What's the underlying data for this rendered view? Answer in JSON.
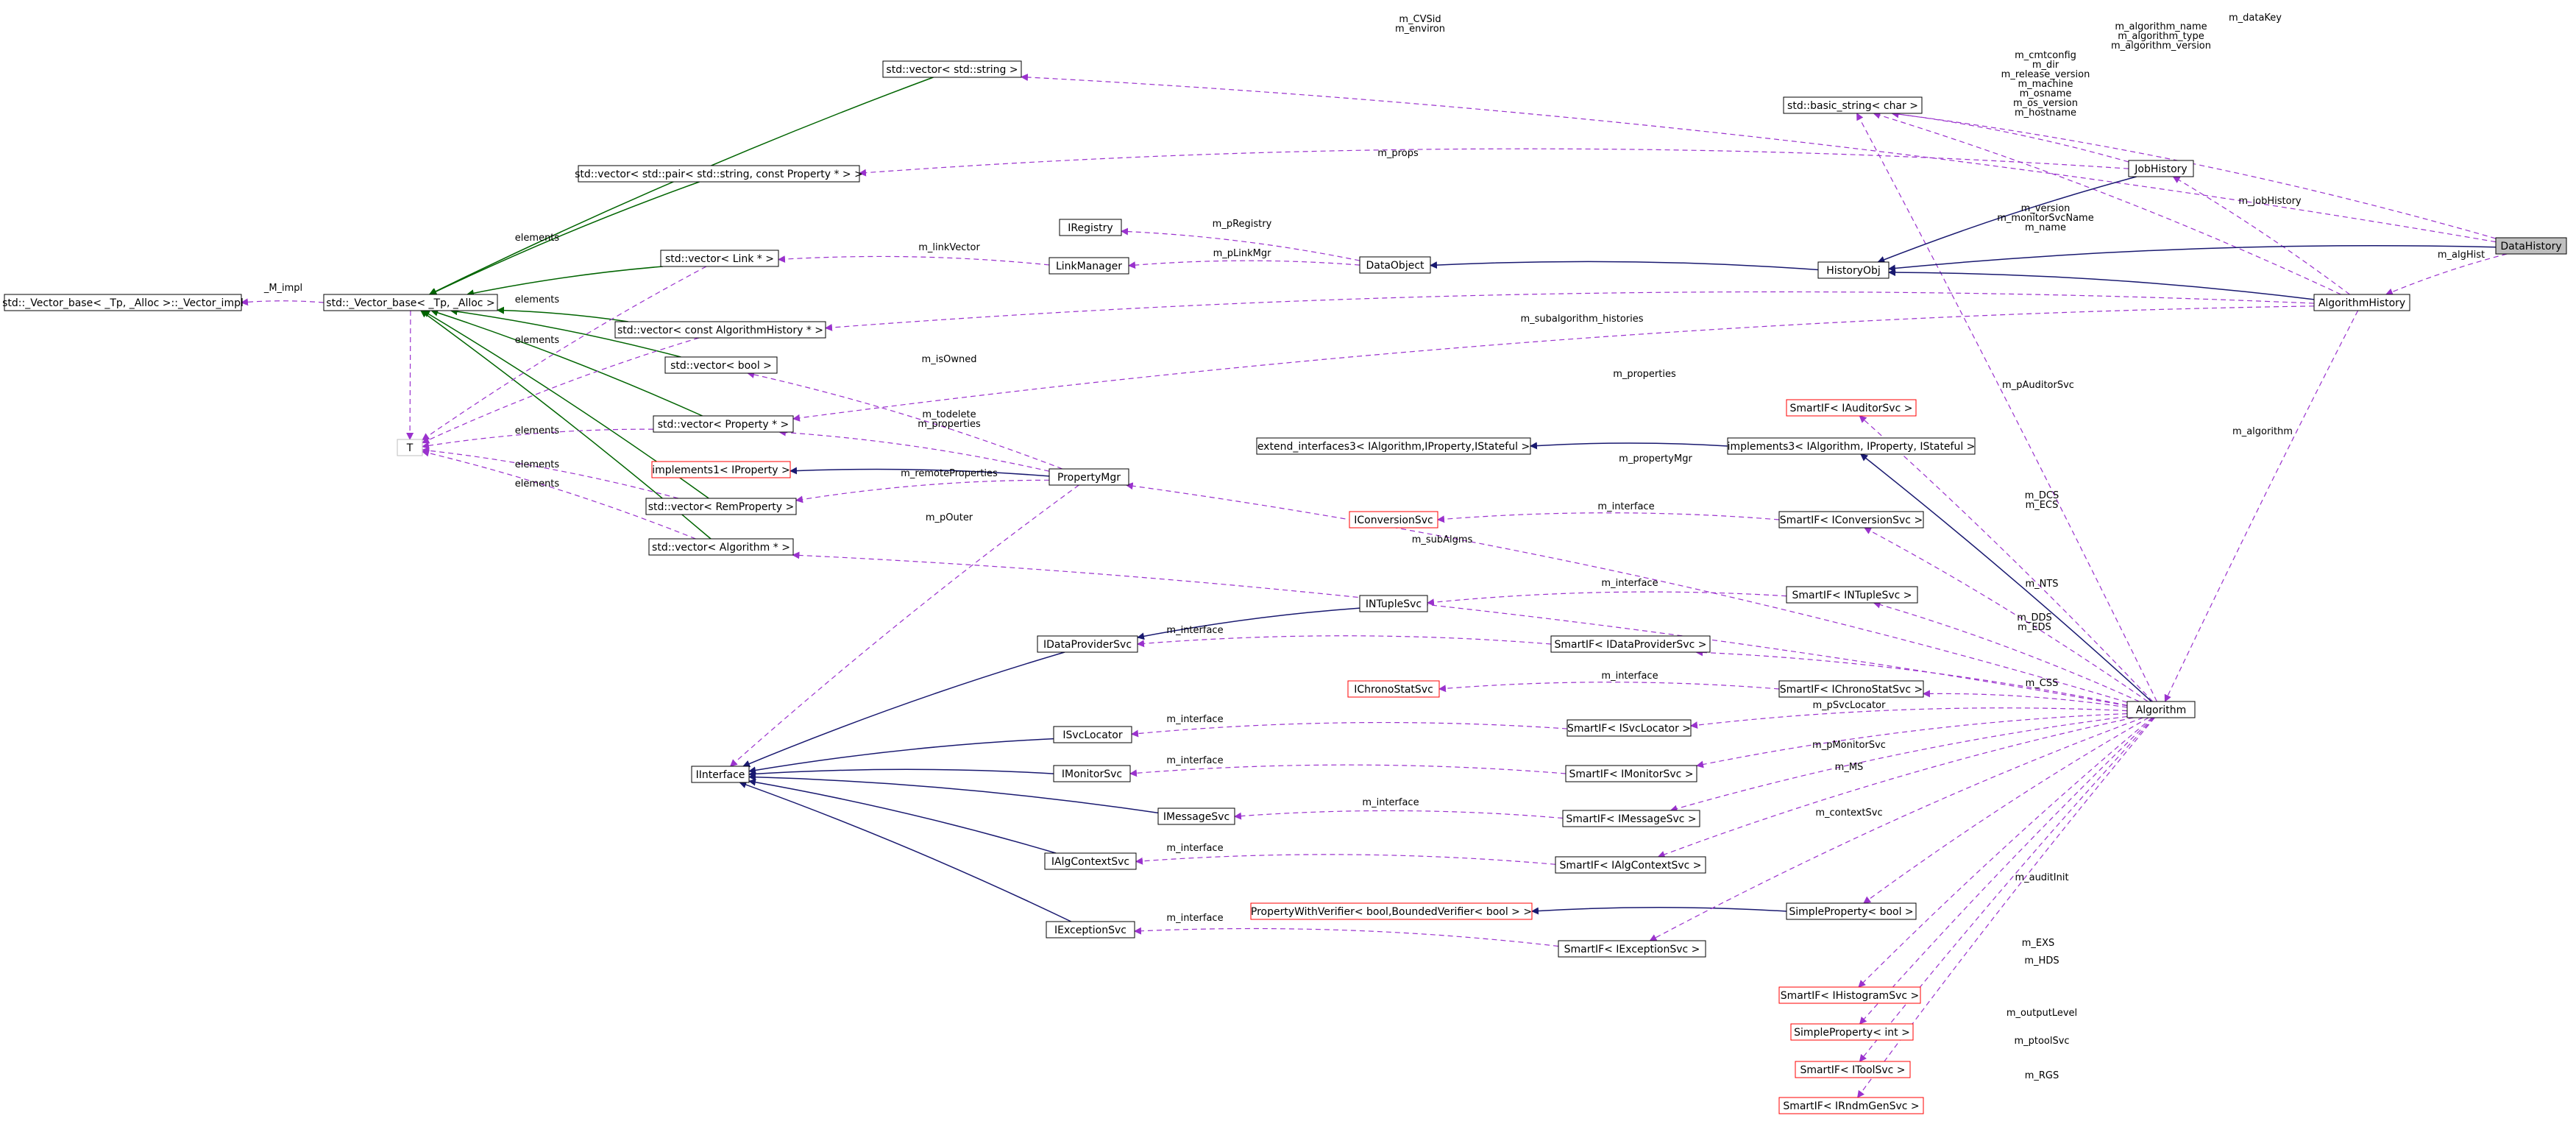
{
  "colors": {
    "inherit_public": "#191970",
    "inherit_template": "#006400",
    "usage": "#9a32cd",
    "box_border": "#000000",
    "box_border_external": "#ff0000",
    "box_border_template": "#bfbfbf",
    "highlight_fill": "#bfbfbf"
  },
  "nodes": [
    {
      "id": "DataHistory",
      "label": "DataHistory",
      "style": "highlight"
    },
    {
      "id": "JobHistory",
      "label": "JobHistory"
    },
    {
      "id": "AlgorithmHistory",
      "label": "AlgorithmHistory"
    },
    {
      "id": "HistoryObj",
      "label": "HistoryObj"
    },
    {
      "id": "DataObject",
      "label": "DataObject"
    },
    {
      "id": "basic_string",
      "label": "std::basic_string< char >"
    },
    {
      "id": "vec_string",
      "label": "std::vector< std::string >"
    },
    {
      "id": "vec_pair",
      "label": "std::vector< std::pair< std::string, const Property * > >"
    },
    {
      "id": "IRegistry",
      "label": "IRegistry"
    },
    {
      "id": "LinkManager",
      "label": "LinkManager"
    },
    {
      "id": "vec_link",
      "label": "std::vector< Link * >"
    },
    {
      "id": "vec_base",
      "label": "std::_Vector_base< _Tp, _Alloc >"
    },
    {
      "id": "vec_base_impl",
      "label": "std::_Vector_base< _Tp, _Alloc >::_Vector_impl"
    },
    {
      "id": "vec_algh",
      "label": "std::vector< const AlgorithmHistory * >"
    },
    {
      "id": "vec_bool",
      "label": "std::vector< bool >"
    },
    {
      "id": "vec_prop",
      "label": "std::vector< Property * >"
    },
    {
      "id": "T",
      "label": "T",
      "style": "template"
    },
    {
      "id": "impl1",
      "label": "implements1< IProperty >",
      "style": "external"
    },
    {
      "id": "vec_remprop",
      "label": "std::vector< RemProperty >"
    },
    {
      "id": "vec_alg",
      "label": "std::vector< Algorithm * >"
    },
    {
      "id": "PropertyMgr",
      "label": "PropertyMgr"
    },
    {
      "id": "si_auditor",
      "label": "SmartIF< IAuditorSvc >",
      "style": "external"
    },
    {
      "id": "ext_if3",
      "label": "extend_interfaces3< IAlgorithm,IProperty,IStateful >"
    },
    {
      "id": "impl3",
      "label": "implements3< IAlgorithm, IProperty, IStateful >"
    },
    {
      "id": "IConversionSvc",
      "label": "IConversionSvc",
      "style": "external"
    },
    {
      "id": "si_conv",
      "label": "SmartIF< IConversionSvc >"
    },
    {
      "id": "INTupleSvc",
      "label": "INTupleSvc"
    },
    {
      "id": "si_ntuple",
      "label": "SmartIF< INTupleSvc >"
    },
    {
      "id": "IDataProviderSvc",
      "label": "IDataProviderSvc"
    },
    {
      "id": "si_dp",
      "label": "SmartIF< IDataProviderSvc >"
    },
    {
      "id": "IChronoStatSvc",
      "label": "IChronoStatSvc",
      "style": "external"
    },
    {
      "id": "si_chrono",
      "label": "SmartIF< IChronoStatSvc >"
    },
    {
      "id": "Algorithm",
      "label": "Algorithm"
    },
    {
      "id": "ISvcLocator",
      "label": "ISvcLocator"
    },
    {
      "id": "si_svcloc",
      "label": "SmartIF< ISvcLocator >"
    },
    {
      "id": "IInterface",
      "label": "IInterface"
    },
    {
      "id": "IMonitorSvc",
      "label": "IMonitorSvc"
    },
    {
      "id": "si_mon",
      "label": "SmartIF< IMonitorSvc >"
    },
    {
      "id": "IMessageSvc",
      "label": "IMessageSvc"
    },
    {
      "id": "si_msg",
      "label": "SmartIF< IMessageSvc >"
    },
    {
      "id": "IAlgContextSvc",
      "label": "IAlgContextSvc"
    },
    {
      "id": "si_ctx",
      "label": "SmartIF< IAlgContextSvc >"
    },
    {
      "id": "pwv",
      "label": "PropertyWithVerifier< bool,BoundedVerifier< bool > >",
      "style": "external"
    },
    {
      "id": "sp_bool",
      "label": "SimpleProperty< bool >"
    },
    {
      "id": "IExceptionSvc",
      "label": "IExceptionSvc"
    },
    {
      "id": "si_exc",
      "label": "SmartIF< IExceptionSvc >"
    },
    {
      "id": "si_hist",
      "label": "SmartIF< IHistogramSvc >",
      "style": "external"
    },
    {
      "id": "sp_int",
      "label": "SimpleProperty< int >",
      "style": "external"
    },
    {
      "id": "si_tool",
      "label": "SmartIF< IToolSvc >",
      "style": "external"
    },
    {
      "id": "si_rndm",
      "label": "SmartIF< IRndmGenSvc >",
      "style": "external"
    }
  ],
  "edges": [
    {
      "from": "vec_string",
      "to": "DataHistory",
      "kind": "usage",
      "labels": [
        "m_CVSid",
        "m_environ"
      ]
    },
    {
      "from": "basic_string",
      "to": "DataHistory",
      "kind": "usage",
      "labels": [
        "m_dataKey"
      ]
    },
    {
      "from": "basic_string",
      "to": "AlgorithmHistory",
      "kind": "usage",
      "labels": [
        "m_algorithm_name",
        "m_algorithm_type",
        "m_algorithm_version"
      ]
    },
    {
      "from": "basic_string",
      "to": "JobHistory",
      "kind": "usage",
      "labels": [
        "m_cmtconfig",
        "m_dir",
        "m_release_version",
        "m_machine",
        "m_osname",
        "m_os_version",
        "m_hostname"
      ]
    },
    {
      "from": "basic_string",
      "to": "Algorithm",
      "kind": "usage",
      "labels": [
        "m_version",
        "m_monitorSvcName",
        "m_name"
      ]
    },
    {
      "from": "vec_pair",
      "to": "JobHistory",
      "kind": "usage",
      "labels": [
        "m_props"
      ]
    },
    {
      "from": "JobHistory",
      "to": "AlgorithmHistory",
      "kind": "usage",
      "labels": [
        "m_jobHistory"
      ]
    },
    {
      "from": "HistoryObj",
      "to": "DataHistory",
      "kind": "inherit"
    },
    {
      "from": "HistoryObj",
      "to": "JobHistory",
      "kind": "inherit"
    },
    {
      "from": "HistoryObj",
      "to": "AlgorithmHistory",
      "kind": "inherit"
    },
    {
      "from": "DataObject",
      "to": "HistoryObj",
      "kind": "inherit"
    },
    {
      "from": "AlgorithmHistory",
      "to": "DataHistory",
      "kind": "usage",
      "labels": [
        "m_algHist"
      ]
    },
    {
      "from": "IRegistry",
      "to": "DataObject",
      "kind": "usage",
      "labels": [
        "m_pRegistry"
      ]
    },
    {
      "from": "LinkManager",
      "to": "DataObject",
      "kind": "usage",
      "labels": [
        "m_pLinkMgr"
      ]
    },
    {
      "from": "vec_link",
      "to": "LinkManager",
      "kind": "usage",
      "labels": [
        "m_linkVector"
      ]
    },
    {
      "from": "vec_base_impl",
      "to": "vec_base",
      "kind": "usage",
      "labels": [
        "_M_impl"
      ]
    },
    {
      "from": "vec_base",
      "to": "vec_string",
      "kind": "template"
    },
    {
      "from": "vec_base",
      "to": "vec_pair",
      "kind": "template"
    },
    {
      "from": "vec_base",
      "to": "vec_link",
      "kind": "template"
    },
    {
      "from": "vec_base",
      "to": "vec_algh",
      "kind": "template"
    },
    {
      "from": "vec_base",
      "to": "vec_bool",
      "kind": "template"
    },
    {
      "from": "vec_base",
      "to": "vec_prop",
      "kind": "template"
    },
    {
      "from": "vec_base",
      "to": "vec_remprop",
      "kind": "template"
    },
    {
      "from": "vec_base",
      "to": "vec_alg",
      "kind": "template"
    },
    {
      "from": "T",
      "to": "vec_base",
      "kind": "usage",
      "labels": [
        "elements"
      ]
    },
    {
      "from": "T",
      "to": "vec_link",
      "kind": "usage",
      "labels": [
        "elements"
      ]
    },
    {
      "from": "T",
      "to": "vec_algh",
      "kind": "usage",
      "labels": [
        "elements"
      ]
    },
    {
      "from": "T",
      "to": "vec_prop",
      "kind": "usage",
      "labels": [
        "elements"
      ]
    },
    {
      "from": "T",
      "to": "vec_remprop",
      "kind": "usage",
      "labels": [
        "elements"
      ]
    },
    {
      "from": "T",
      "to": "vec_alg",
      "kind": "usage",
      "labels": [
        "elements"
      ]
    },
    {
      "from": "vec_algh",
      "to": "AlgorithmHistory",
      "kind": "usage",
      "labels": [
        "m_subalgorithm_histories"
      ]
    },
    {
      "from": "vec_prop",
      "to": "AlgorithmHistory",
      "kind": "usage",
      "labels": [
        "m_properties"
      ]
    },
    {
      "from": "vec_bool",
      "to": "PropertyMgr",
      "kind": "usage",
      "labels": [
        "m_isOwned"
      ]
    },
    {
      "from": "vec_prop",
      "to": "PropertyMgr",
      "kind": "usage",
      "labels": [
        "m_todelete",
        "m_properties"
      ]
    },
    {
      "from": "impl1",
      "to": "PropertyMgr",
      "kind": "inherit"
    },
    {
      "from": "vec_remprop",
      "to": "PropertyMgr",
      "kind": "usage",
      "labels": [
        "m_remoteProperties"
      ]
    },
    {
      "from": "IInterface",
      "to": "PropertyMgr",
      "kind": "usage",
      "labels": [
        "m_pOuter"
      ]
    },
    {
      "from": "vec_alg",
      "to": "Algorithm",
      "kind": "usage",
      "labels": [
        "m_subAlgms"
      ]
    },
    {
      "from": "PropertyMgr",
      "to": "Algorithm",
      "kind": "usage",
      "labels": [
        "m_propertyMgr"
      ]
    },
    {
      "from": "Algorithm",
      "to": "AlgorithmHistory",
      "kind": "usage",
      "labels": [
        "m_algorithm"
      ]
    },
    {
      "from": "si_auditor",
      "to": "Algorithm",
      "kind": "usage",
      "labels": [
        "m_pAuditorSvc"
      ]
    },
    {
      "from": "ext_if3",
      "to": "impl3",
      "kind": "inherit"
    },
    {
      "from": "impl3",
      "to": "Algorithm",
      "kind": "inherit"
    },
    {
      "from": "IConversionSvc",
      "to": "si_conv",
      "kind": "usage",
      "labels": [
        "m_interface"
      ]
    },
    {
      "from": "si_conv",
      "to": "Algorithm",
      "kind": "usage",
      "labels": [
        "m_DCS",
        "m_ECS"
      ]
    },
    {
      "from": "INTupleSvc",
      "to": "si_ntuple",
      "kind": "usage",
      "labels": [
        "m_interface"
      ]
    },
    {
      "from": "si_ntuple",
      "to": "Algorithm",
      "kind": "usage",
      "labels": [
        "m_NTS"
      ]
    },
    {
      "from": "IDataProviderSvc",
      "to": "INTupleSvc",
      "kind": "inherit"
    },
    {
      "from": "IDataProviderSvc",
      "to": "si_dp",
      "kind": "usage",
      "labels": [
        "m_interface"
      ]
    },
    {
      "from": "si_dp",
      "to": "Algorithm",
      "kind": "usage",
      "labels": [
        "m_DDS",
        "m_EDS"
      ]
    },
    {
      "from": "IChronoStatSvc",
      "to": "si_chrono",
      "kind": "usage",
      "labels": [
        "m_interface"
      ]
    },
    {
      "from": "si_chrono",
      "to": "Algorithm",
      "kind": "usage",
      "labels": [
        "m_CSS"
      ]
    },
    {
      "from": "ISvcLocator",
      "to": "si_svcloc",
      "kind": "usage",
      "labels": [
        "m_interface"
      ]
    },
    {
      "from": "si_svcloc",
      "to": "Algorithm",
      "kind": "usage",
      "labels": [
        "m_pSvcLocator"
      ]
    },
    {
      "from": "IInterface",
      "to": "IDataProviderSvc",
      "kind": "inherit"
    },
    {
      "from": "IInterface",
      "to": "ISvcLocator",
      "kind": "inherit"
    },
    {
      "from": "IInterface",
      "to": "IMonitorSvc",
      "kind": "inherit"
    },
    {
      "from": "IInterface",
      "to": "IMessageSvc",
      "kind": "inherit"
    },
    {
      "from": "IInterface",
      "to": "IAlgContextSvc",
      "kind": "inherit"
    },
    {
      "from": "IInterface",
      "to": "IExceptionSvc",
      "kind": "inherit"
    },
    {
      "from": "IMonitorSvc",
      "to": "si_mon",
      "kind": "usage",
      "labels": [
        "m_interface"
      ]
    },
    {
      "from": "si_mon",
      "to": "Algorithm",
      "kind": "usage",
      "labels": [
        "m_pMonitorSvc"
      ]
    },
    {
      "from": "IMessageSvc",
      "to": "si_msg",
      "kind": "usage",
      "labels": [
        "m_interface"
      ]
    },
    {
      "from": "si_msg",
      "to": "Algorithm",
      "kind": "usage",
      "labels": [
        "m_MS"
      ]
    },
    {
      "from": "IAlgContextSvc",
      "to": "si_ctx",
      "kind": "usage",
      "labels": [
        "m_interface"
      ]
    },
    {
      "from": "si_ctx",
      "to": "Algorithm",
      "kind": "usage",
      "labels": [
        "m_contextSvc"
      ]
    },
    {
      "from": "pwv",
      "to": "sp_bool",
      "kind": "inherit"
    },
    {
      "from": "sp_bool",
      "to": "Algorithm",
      "kind": "usage",
      "labels": [
        "m_auditInit"
      ]
    },
    {
      "from": "IExceptionSvc",
      "to": "si_exc",
      "kind": "usage",
      "labels": [
        "m_interface"
      ]
    },
    {
      "from": "si_exc",
      "to": "Algorithm",
      "kind": "usage",
      "labels": [
        "m_EXS"
      ]
    },
    {
      "from": "si_hist",
      "to": "Algorithm",
      "kind": "usage",
      "labels": [
        "m_HDS"
      ]
    },
    {
      "from": "sp_int",
      "to": "Algorithm",
      "kind": "usage",
      "labels": [
        "m_outputLevel"
      ]
    },
    {
      "from": "si_tool",
      "to": "Algorithm",
      "kind": "usage",
      "labels": [
        "m_ptoolSvc"
      ]
    },
    {
      "from": "si_rndm",
      "to": "Algorithm",
      "kind": "usage",
      "labels": [
        "m_RGS"
      ]
    }
  ]
}
